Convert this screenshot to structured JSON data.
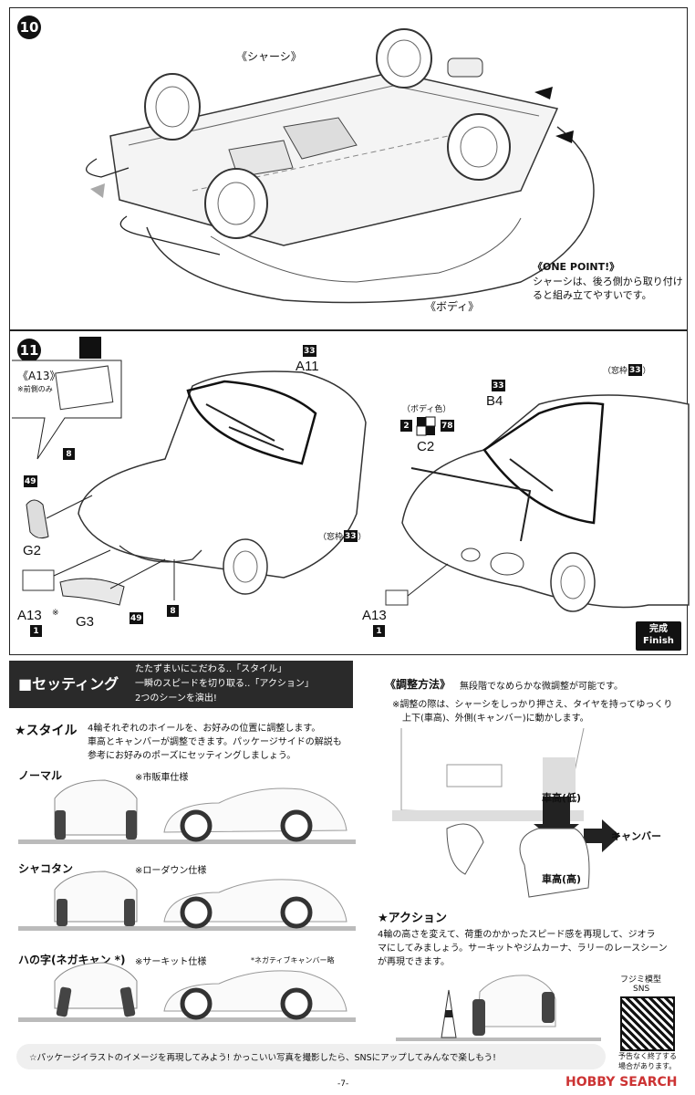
{
  "step10": {
    "number": "10",
    "chassis_label": "《シャーシ》",
    "body_label": "《ボディ》",
    "one_point_title": "《ONE POINT!》",
    "one_point_text_1": "シャーシは、後ろ側から取り付け",
    "one_point_text_2": "ると組み立てやすいです。"
  },
  "step11": {
    "number": "11",
    "plate_label": "《A13》",
    "plate_note": "※前側のみ",
    "part_a11": "A11",
    "part_b4": "B4",
    "part_c2": "C2",
    "body_color_label": "（ボディ色）",
    "part_g2": "G2",
    "part_g3": "G3",
    "part_a13_front": "A13",
    "part_a13_front_mark": "※",
    "part_a13_rear": "A13",
    "window_frame_label": "（窓枠",
    "window_frame_label_close": "）",
    "finish_jp": "完成",
    "finish_en": "Finish",
    "badges": {
      "b33": "33",
      "b8": "8",
      "b49": "49",
      "b2": "2",
      "b78": "78",
      "b1": "1"
    }
  },
  "setting": {
    "header": "■セッティング",
    "tagline_1": "たたずまいにこだわる..「スタイル」",
    "tagline_2": "一瞬のスピードを切り取る..「アクション」",
    "tagline_3": "2つのシーンを演出!",
    "style_title": "★スタイル",
    "style_text_1": "4輪それぞれのホイールを、お好みの位置に調整します。",
    "style_text_2": "車高とキャンバーが調整できます。パッケージサイドの解説も",
    "style_text_3": "参考にお好みのポーズにセッティングしましょう。",
    "normal_label": "ノーマル",
    "normal_note": "※市販車仕様",
    "shakotan_label": "シャコタン",
    "shakotan_note": "※ローダウン仕様",
    "hanoji_label": "ハの字(ネガキャン *)",
    "hanoji_note": "※サーキット仕様",
    "negacam_note": "*ネガティブキャンバー略",
    "adjust_title": "《調整方法》",
    "adjust_subtitle": "無段階でなめらかな微調整が可能です。",
    "adjust_text_1": "※調整の際は、シャーシをしっかり押さえ、タイヤを持ってゆっくり",
    "adjust_text_2": "上下(車高)、外側(キャンバー)に動かします。",
    "height_low": "車高(低)",
    "height_high": "車高(高)",
    "camber": "キャンバー",
    "action_title": "★アクション",
    "action_text_1": "4輪の高さを変えて、荷重のかかったスピード感を再現して、ジオラ",
    "action_text_2": "マにしてみましょう。サーキットやジムカーナ、ラリーのレースシーン",
    "action_text_3": "が再現できます。",
    "sns_title_1": "フジミ模型",
    "sns_title_2": "SNS",
    "sns_note_1": "予告なく終了する",
    "sns_note_2": "場合があります。",
    "footer_banner": "☆パッケージイラストのイメージを再現してみよう!  かっこいい写真を撮影したら、SNSにアップしてみんなで楽しもう!",
    "page_number": "-7-",
    "watermark": "HOBBY SEARCH"
  },
  "colors": {
    "dark": "#111111",
    "header_bg": "#2a2a2a",
    "banner_bg": "#efefef",
    "line": "#222222"
  }
}
